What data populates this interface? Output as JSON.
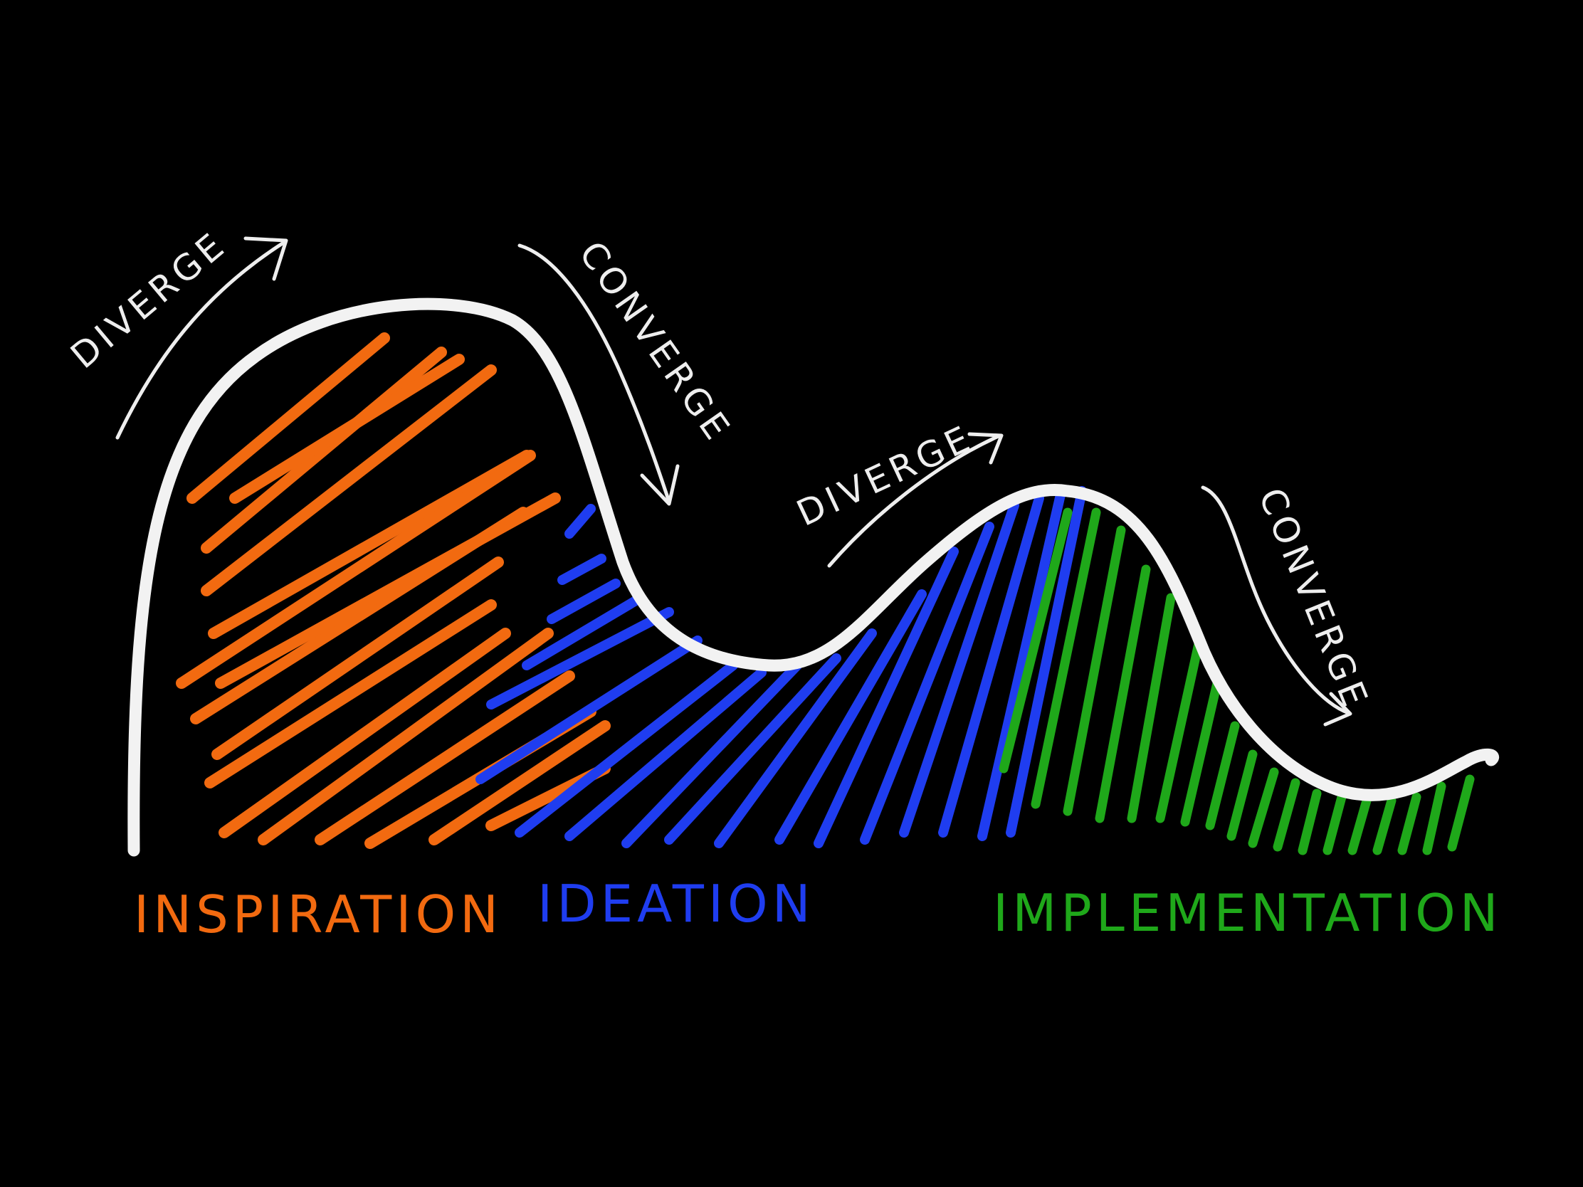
{
  "colors": {
    "background": "#000000",
    "curve": "#f2f2f2",
    "inspiration": "#f26a10",
    "ideation": "#1f3df0",
    "implementation": "#1fa81a",
    "annotation": "#eeeeee"
  },
  "phases": [
    {
      "label": "INSPIRATION",
      "color": "#f26a10"
    },
    {
      "label": "IDEATION",
      "color": "#1f3df0"
    },
    {
      "label": "IMPLEMENTATION",
      "color": "#1fa81a"
    }
  ],
  "annotations": {
    "diverge_1": "DIVERGE",
    "converge_1": "CONVERGE",
    "diverge_2": "DIVERGE",
    "converge_2": "CONVERGE"
  }
}
